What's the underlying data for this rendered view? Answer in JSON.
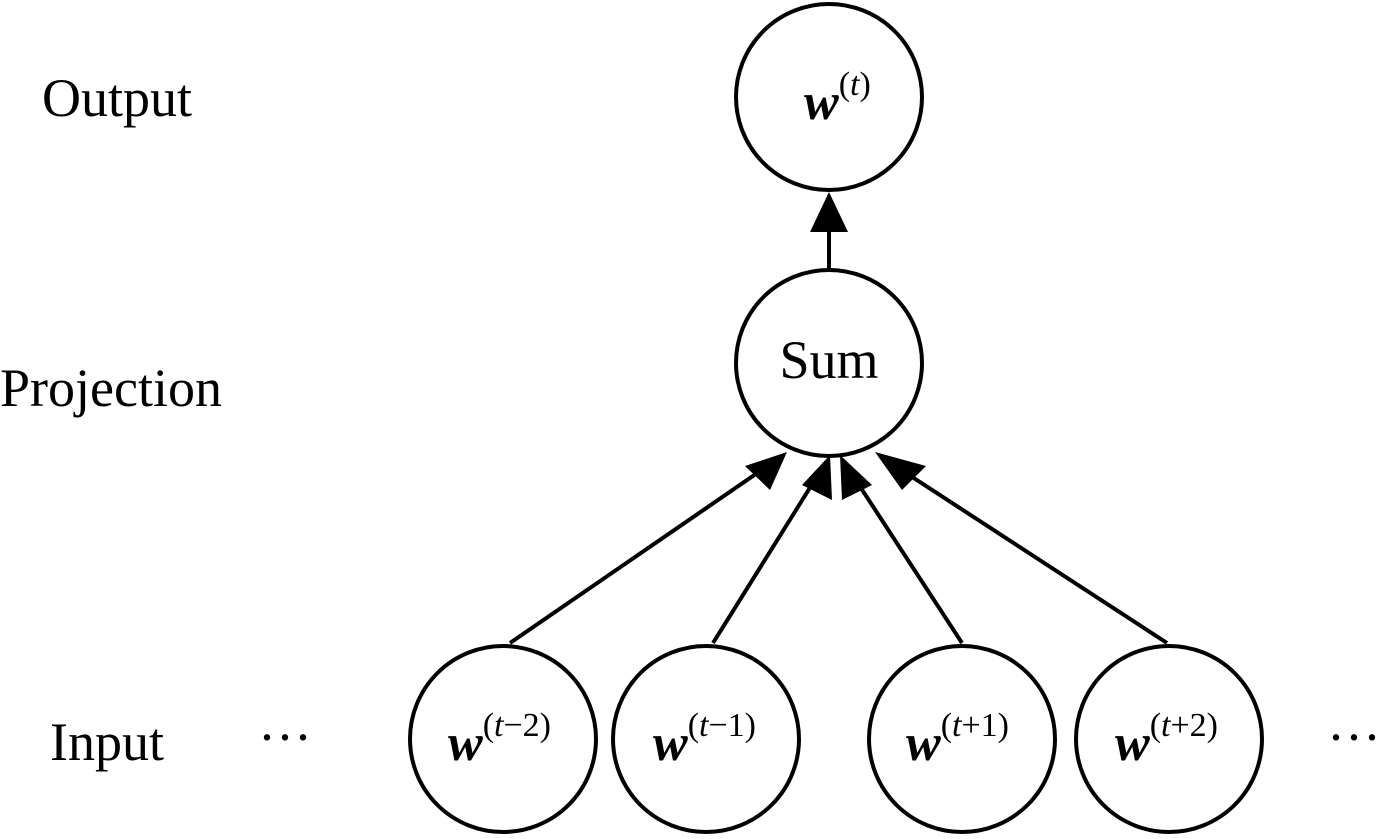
{
  "layers": {
    "output": "Output",
    "projection": "Projection",
    "input": "Input"
  },
  "nodes": {
    "output": {
      "var": "w",
      "sup_open": "(",
      "sup_index": "t",
      "sup_offset": "",
      "sup_close": ")"
    },
    "projection": {
      "label": "Sum"
    },
    "inputs": [
      {
        "var": "w",
        "sup_open": "(",
        "sup_index": "t",
        "sup_offset": "−2",
        "sup_close": ")"
      },
      {
        "var": "w",
        "sup_open": "(",
        "sup_index": "t",
        "sup_offset": "−1",
        "sup_close": ")"
      },
      {
        "var": "w",
        "sup_open": "(",
        "sup_index": "t",
        "sup_offset": "+1",
        "sup_close": ")"
      },
      {
        "var": "w",
        "sup_open": "(",
        "sup_index": "t",
        "sup_offset": "+2",
        "sup_close": ")"
      }
    ]
  },
  "ellipsis": {
    "left": "···",
    "right": "···"
  },
  "colors": {
    "stroke": "#000000",
    "background": "#ffffff"
  }
}
